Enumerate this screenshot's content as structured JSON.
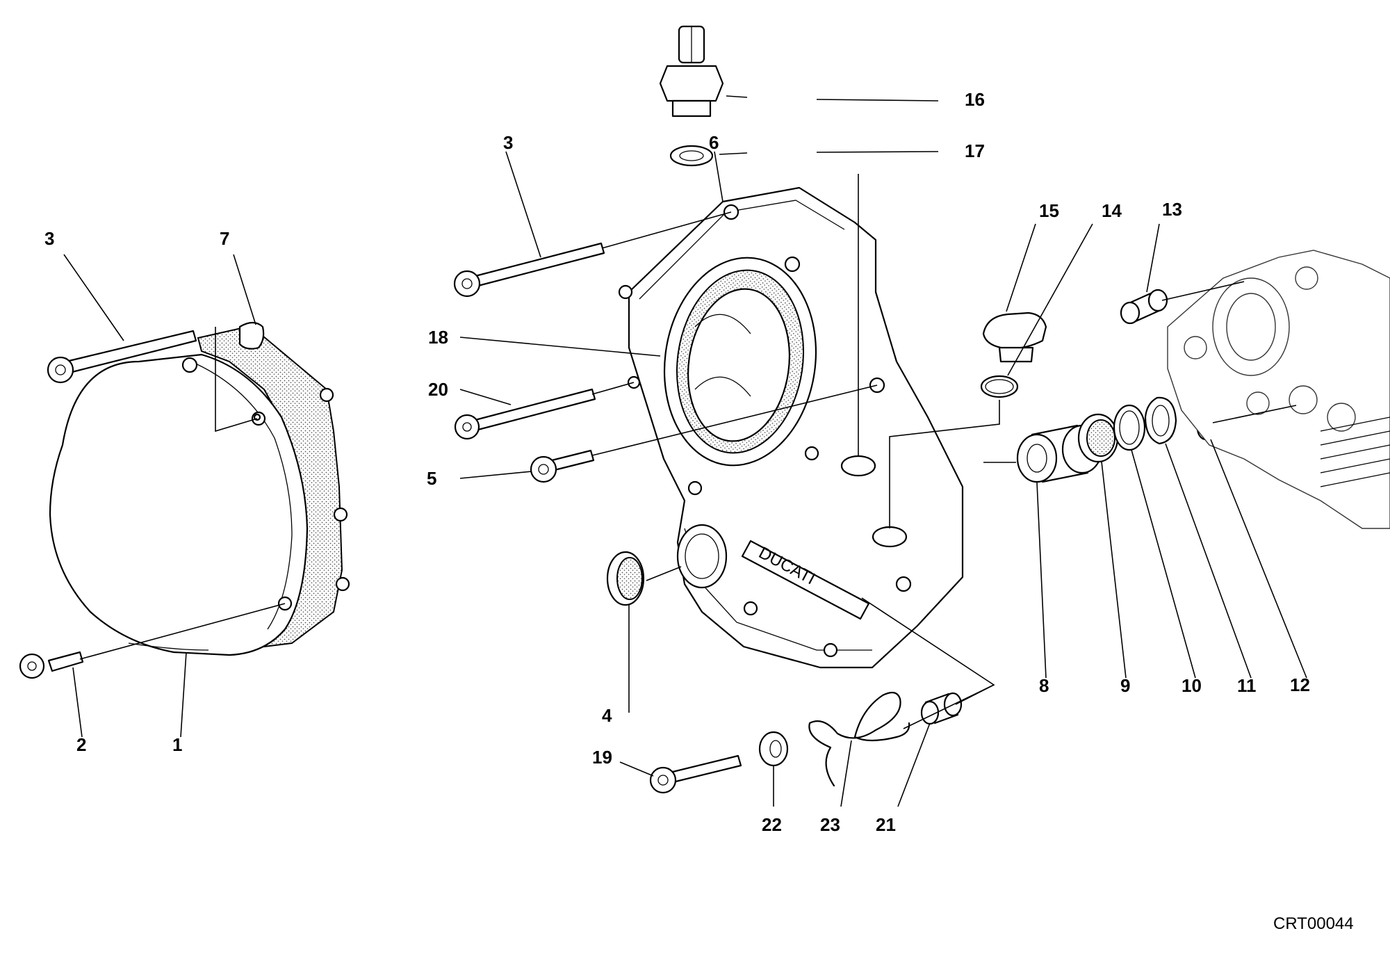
{
  "callouts": {
    "c1": "1",
    "c2": "2",
    "c3a": "3",
    "c3b": "3",
    "c4": "4",
    "c5": "5",
    "c6": "6",
    "c7": "7",
    "c8": "8",
    "c9": "9",
    "c10": "10",
    "c11": "11",
    "c12": "12",
    "c13": "13",
    "c14": "14",
    "c15": "15",
    "c16": "16",
    "c17": "17",
    "c18": "18",
    "c19": "19",
    "c20": "20",
    "c21": "21",
    "c22": "22",
    "c23": "23"
  },
  "cover_lettering": "DUCATI",
  "reference_code": "CRT00044"
}
